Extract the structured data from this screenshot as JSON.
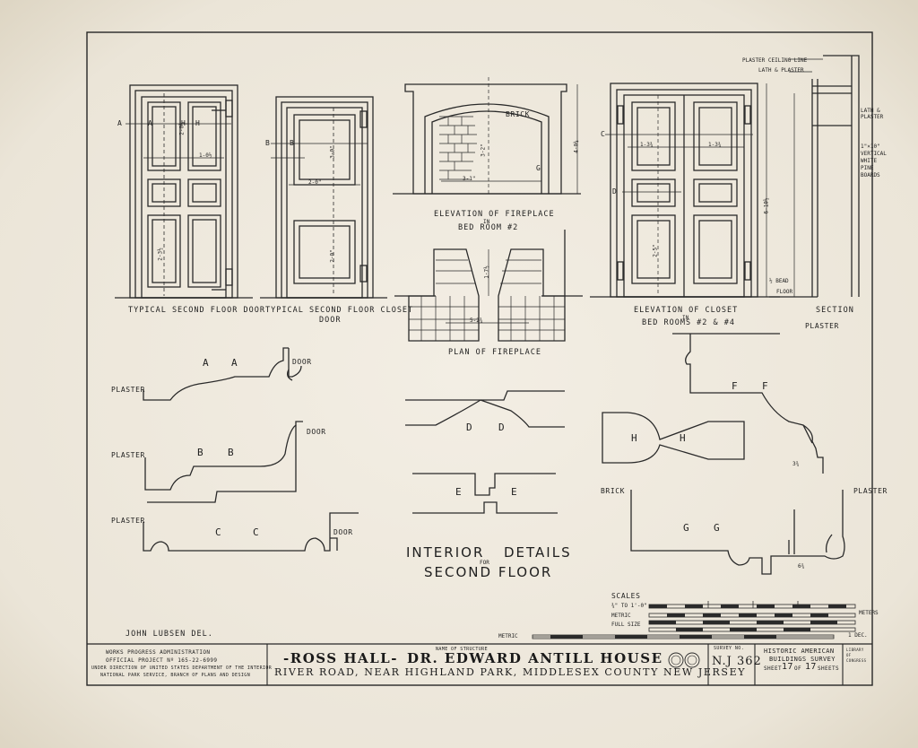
{
  "drawing": {
    "main_title_line1": "INTERIOR",
    "main_title_line1b": "DETAILS",
    "main_title_for": "FOR",
    "main_title_line2": "SECOND FLOOR",
    "draftsman": "JOHN LUBSEN DEL."
  },
  "views": {
    "door": "TYPICAL SECOND FLOOR DOOR",
    "closet_door_l1": "TYPICAL SECOND FLOOR CLOSET",
    "closet_door_l2": "DOOR",
    "fireplace_elev_l1": "ELEVATION OF FIREPLACE",
    "fireplace_elev_in": "IN",
    "fireplace_elev_l2": "BED ROOM #2",
    "fireplace_plan": "PLAN OF FIREPLACE",
    "closet_elev_l1": "ELEVATION OF CLOSET",
    "closet_elev_in": "IN",
    "closet_elev_l2": "BED ROOMS #2 & #4",
    "section": "SECTION"
  },
  "labels": {
    "plaster": "PLASTER",
    "door": "DOOR",
    "brick": "BRICK",
    "floor": "FLOOR",
    "bead": "½ BEAD",
    "plaster_ceiling": "PLASTER CEILING LINE",
    "lath_plaster": "LATH & PLASTER",
    "lath_plaster_2": "LATH & PLASTER",
    "vertical_boards": "1\"×10\" VERTICAL WHITE PINE BOARDS",
    "sec_A": "A",
    "sec_B": "B",
    "sec_C": "C",
    "sec_D": "D",
    "sec_E": "E",
    "sec_F": "F",
    "sec_G": "G",
    "sec_H": "H"
  },
  "dims": {
    "door_panel_w": "1-0½",
    "door_panel_h1": "2-0½",
    "door_panel_h2": "2-3½",
    "door_w": "2-0\"",
    "closet_h1": "3-0\"",
    "closet_h2": "2-0\"",
    "fp_w": "3-1\"",
    "fp_h": "3-2\"",
    "fp_total_h": "4-0¼",
    "fp_plan_w": "5-2¾",
    "fp_plan_h": "1-7½",
    "closet_w1": "1-3¾",
    "closet_w2": "1-3¾",
    "closet_h": "2-5\"",
    "closet_total_h": "6-10½",
    "g_dim": "6¾",
    "f_dim": "3¾"
  },
  "scales": {
    "heading": "SCALES",
    "s1": "¾\" TO 1'-0\"",
    "s2": "METRIC",
    "s3": "FULL SIZE",
    "s4": "METRIC",
    "meters": "METERS",
    "cm": "1 DEC."
  },
  "title_block": {
    "agency_l1": "WORKS  PROGRESS  ADMINISTRATION",
    "agency_l2": "OFFICIAL   PROJECT   Nº 165-22-6999",
    "agency_l3": "UNDER DIRECTION OF UNITED STATES DEPARTMENT OF THE INTERIOR",
    "agency_l4": "NATIONAL PARK SERVICE, BRANCH OF PLANS AND DESIGN",
    "name_caption": "NAME OF STRUCTURE",
    "structure_name_1": "-ROSS HALL-",
    "structure_name_2": "DR. EDWARD ANTILL HOUSE",
    "location": "RIVER ROAD, NEAR HIGHLAND PARK, MIDDLESEX COUNTY NEW JERSEY",
    "survey_caption": "SURVEY NO.",
    "survey_no": "N.J 362",
    "habs_l1": "HISTORIC AMERICAN",
    "habs_l2": "BUILDINGS SURVEY",
    "sheet": "SHEET",
    "sheet_no": "17",
    "of": "OF",
    "sheet_total": "17",
    "sheets": "SHEETS",
    "library": "LIBRARY OF CONGRESS"
  }
}
